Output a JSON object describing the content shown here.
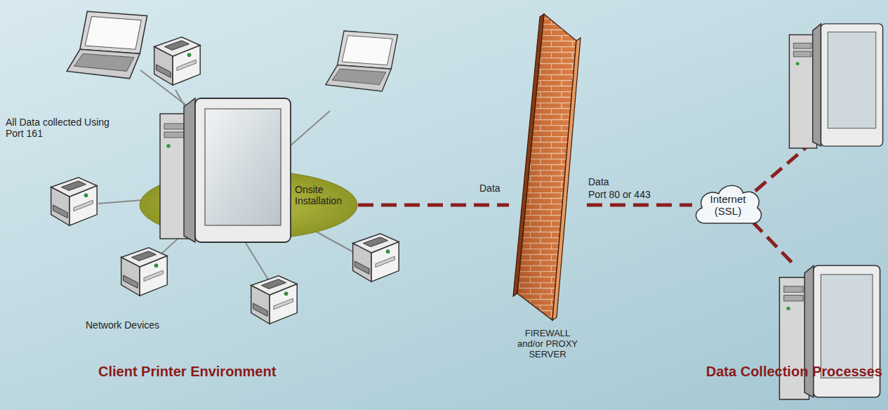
{
  "diagram": {
    "nodes": [
      {
        "text": [
          "Onsite Installation"
        ]
      },
      {
        "text": [
          "FIREWALL and/or PROXY SERVER"
        ]
      },
      {
        "text": [
          "Internet (SSL)"
        ]
      }
    ],
    "edges": [
      {
        "from": 0,
        "to": 1,
        "arrow": "none",
        "label": "Data"
      },
      {
        "from": 1,
        "to": 2,
        "arrow": "none",
        "label": "Data"
      }
    ],
    "labels": [
      "All Data collected Using Port 161",
      "Network Devices",
      "Port 80 or 443",
      "Client Printer Environment",
      "Data Collection Processes"
    ]
  }
}
